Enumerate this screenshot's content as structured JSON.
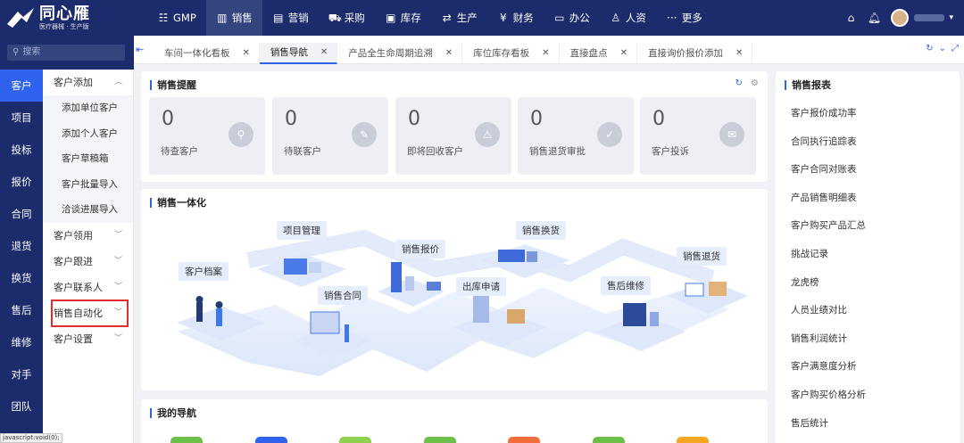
{
  "app": {
    "name": "同心雁",
    "subtitle": "医疗器械 · 生产版"
  },
  "topnav": {
    "items": [
      {
        "label": "GMP",
        "icon": "gmp-icon",
        "glyph": "☷",
        "active": false
      },
      {
        "label": "销售",
        "icon": "sales-icon",
        "glyph": "▥",
        "active": true
      },
      {
        "label": "营销",
        "icon": "marketing-icon",
        "glyph": "▤",
        "active": false
      },
      {
        "label": "采购",
        "icon": "purchase-icon",
        "glyph": "⛟",
        "active": false
      },
      {
        "label": "库存",
        "icon": "inventory-icon",
        "glyph": "▣",
        "active": false
      },
      {
        "label": "生产",
        "icon": "production-icon",
        "glyph": "⇄",
        "active": false
      },
      {
        "label": "财务",
        "icon": "finance-icon",
        "glyph": "¥",
        "active": false
      },
      {
        "label": "办公",
        "icon": "office-icon",
        "glyph": "▭",
        "active": false
      },
      {
        "label": "人资",
        "icon": "hr-icon",
        "glyph": "♙",
        "active": false
      },
      {
        "label": "更多",
        "icon": "more-icon",
        "glyph": "···",
        "active": false
      }
    ]
  },
  "search": {
    "placeholder": "搜索"
  },
  "rail": [
    {
      "label": "客户",
      "active": true
    },
    {
      "label": "项目",
      "active": false
    },
    {
      "label": "投标",
      "active": false
    },
    {
      "label": "报价",
      "active": false
    },
    {
      "label": "合同",
      "active": false
    },
    {
      "label": "退货",
      "active": false
    },
    {
      "label": "换货",
      "active": false
    },
    {
      "label": "售后",
      "active": false
    },
    {
      "label": "维修",
      "active": false
    },
    {
      "label": "对手",
      "active": false
    },
    {
      "label": "团队",
      "active": false
    }
  ],
  "submenu": {
    "groups": [
      {
        "label": "客户添加",
        "expanded": true,
        "children": [
          "添加单位客户",
          "添加个人客户",
          "客户草稿箱",
          "客户批量导入",
          "洽谈进展导入"
        ]
      },
      {
        "label": "客户领用",
        "expanded": false
      },
      {
        "label": "客户跟进",
        "expanded": false
      },
      {
        "label": "客户联系人",
        "expanded": false
      },
      {
        "label": "销售自动化",
        "expanded": false,
        "highlighted": true
      },
      {
        "label": "客户设置",
        "expanded": false
      }
    ]
  },
  "status_text": "javascript:void(0);",
  "tabs": [
    {
      "label": "车间一体化看板",
      "active": false
    },
    {
      "label": "销售导航",
      "active": true
    },
    {
      "label": "产品全生命周期追溯",
      "active": false
    },
    {
      "label": "库位库存看板",
      "active": false
    },
    {
      "label": "直接盘点",
      "active": false
    },
    {
      "label": "直接询价报价添加",
      "active": false
    }
  ],
  "reminders": {
    "title": "销售提醒",
    "cards": [
      {
        "count": "0",
        "label": "待查客户",
        "icon": "customer-search-icon"
      },
      {
        "count": "0",
        "label": "待联客户",
        "icon": "contact-customer-icon"
      },
      {
        "count": "0",
        "label": "即将回收客户",
        "icon": "recycle-customer-icon"
      },
      {
        "count": "0",
        "label": "销售退货审批",
        "icon": "return-approval-icon"
      },
      {
        "count": "0",
        "label": "客户投诉",
        "icon": "complaint-icon"
      }
    ]
  },
  "integration": {
    "title": "销售一体化",
    "stages": [
      "客户档案",
      "项目管理",
      "销售合同",
      "销售报价",
      "出库申请",
      "销售换货",
      "售后维修",
      "销售退货"
    ]
  },
  "my_nav": {
    "title": "我的导航",
    "colors": [
      "#6cc04a",
      "#2f63ee",
      "#8fd14f",
      "#6cc04a",
      "#f26d3d",
      "#6cc04a",
      "#f5a623"
    ]
  },
  "reports": {
    "title": "销售报表",
    "items": [
      "客户报价成功率",
      "合同执行追踪表",
      "客户合同对账表",
      "产品销售明细表",
      "客户购买产品汇总",
      "挑战记录",
      "龙虎榜",
      "人员业绩对比",
      "销售利润统计",
      "客户满意度分析",
      "客户购买价格分析",
      "售后统计"
    ]
  }
}
